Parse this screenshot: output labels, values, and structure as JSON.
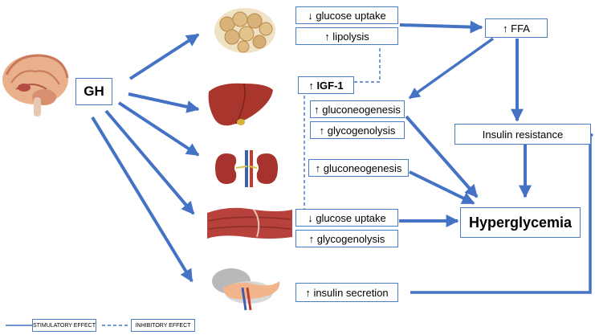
{
  "labels": {
    "gh": "GH",
    "adipose_glucose_uptake": "↓ glucose uptake",
    "lipolysis": "↑ lipolysis",
    "ffa": "↑ FFA",
    "igf1": "↑ IGF-1",
    "liver_gluconeogenesis": "↑ gluconeogenesis",
    "liver_glycogenolysis": "↑ glycogenolysis",
    "insulin_resistance": "Insulin resistance",
    "kidney_gluconeogenesis": "↑ gluconeogenesis",
    "muscle_glucose_uptake": "↓ glucose uptake",
    "muscle_glycogenolysis": "↑ glycogenolysis",
    "hyperglycemia": "Hyperglycemia",
    "insulin_secretion": "↑ insulin secretion"
  },
  "legend": {
    "stimulatory": "STIMULATORY EFFECT",
    "inhibitory": "INHIBITORY EFFECT"
  },
  "colors": {
    "arrow": "#4472c4",
    "box_border": "#4a7cc4"
  },
  "pictures": [
    "brain",
    "adipose-tissue",
    "liver",
    "kidneys",
    "muscle",
    "pancreas"
  ]
}
